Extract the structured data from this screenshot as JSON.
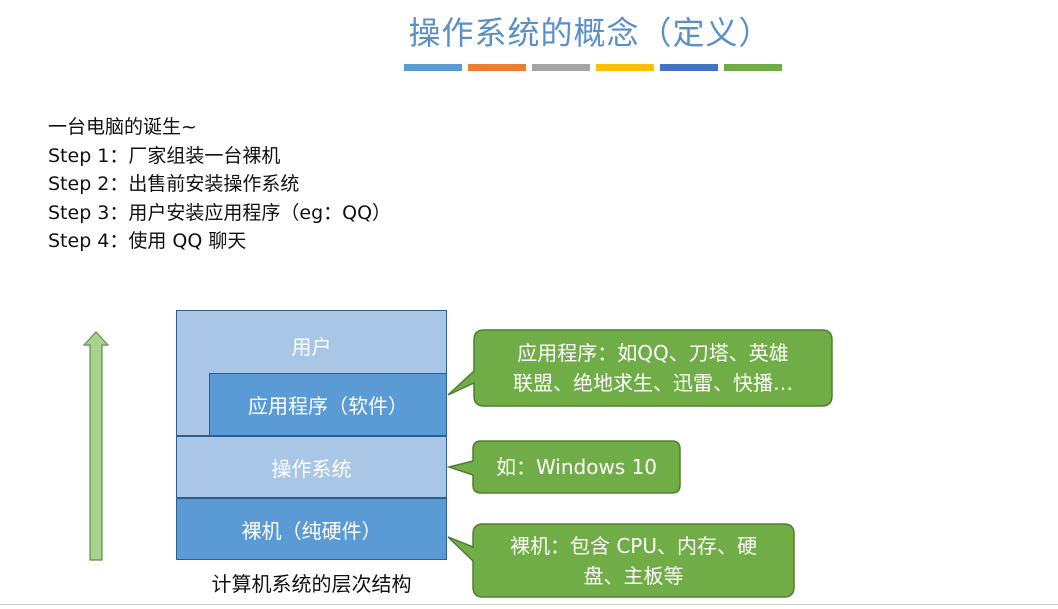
{
  "title": "操作系统的概念（定义）",
  "accent_colors": [
    "#5b9bd5",
    "#ed7d31",
    "#a5a5a5",
    "#ffc000",
    "#4472c4",
    "#70ad47"
  ],
  "intro": {
    "heading": "一台电脑的诞生~",
    "steps": [
      "Step 1：厂家组装一台裸机",
      "Step 2：出售前安装操作系统",
      "Step 3：用户安装应用程序（eg：QQ）",
      "Step 4：使用 QQ 聊天"
    ]
  },
  "diagram": {
    "layers": {
      "user": "用户",
      "app": "应用程序（软件）",
      "os": "操作系统",
      "hardware": "裸机（纯硬件）"
    },
    "caption": "计算机系统的层次结构",
    "callouts": {
      "app": [
        "应用程序：如QQ、刀塔、英雄",
        "联盟、绝地求生、迅雷、快播…"
      ],
      "os": [
        "如：Windows 10"
      ],
      "hardware": [
        "裸机：包含 CPU、内存、硬",
        "盘、主板等"
      ]
    },
    "colors": {
      "layer_light": "#a9c6e6",
      "layer_dark": "#5b9bd5",
      "callout_fill": "#70ad47",
      "arrow_fill": "#a9d18e"
    }
  }
}
